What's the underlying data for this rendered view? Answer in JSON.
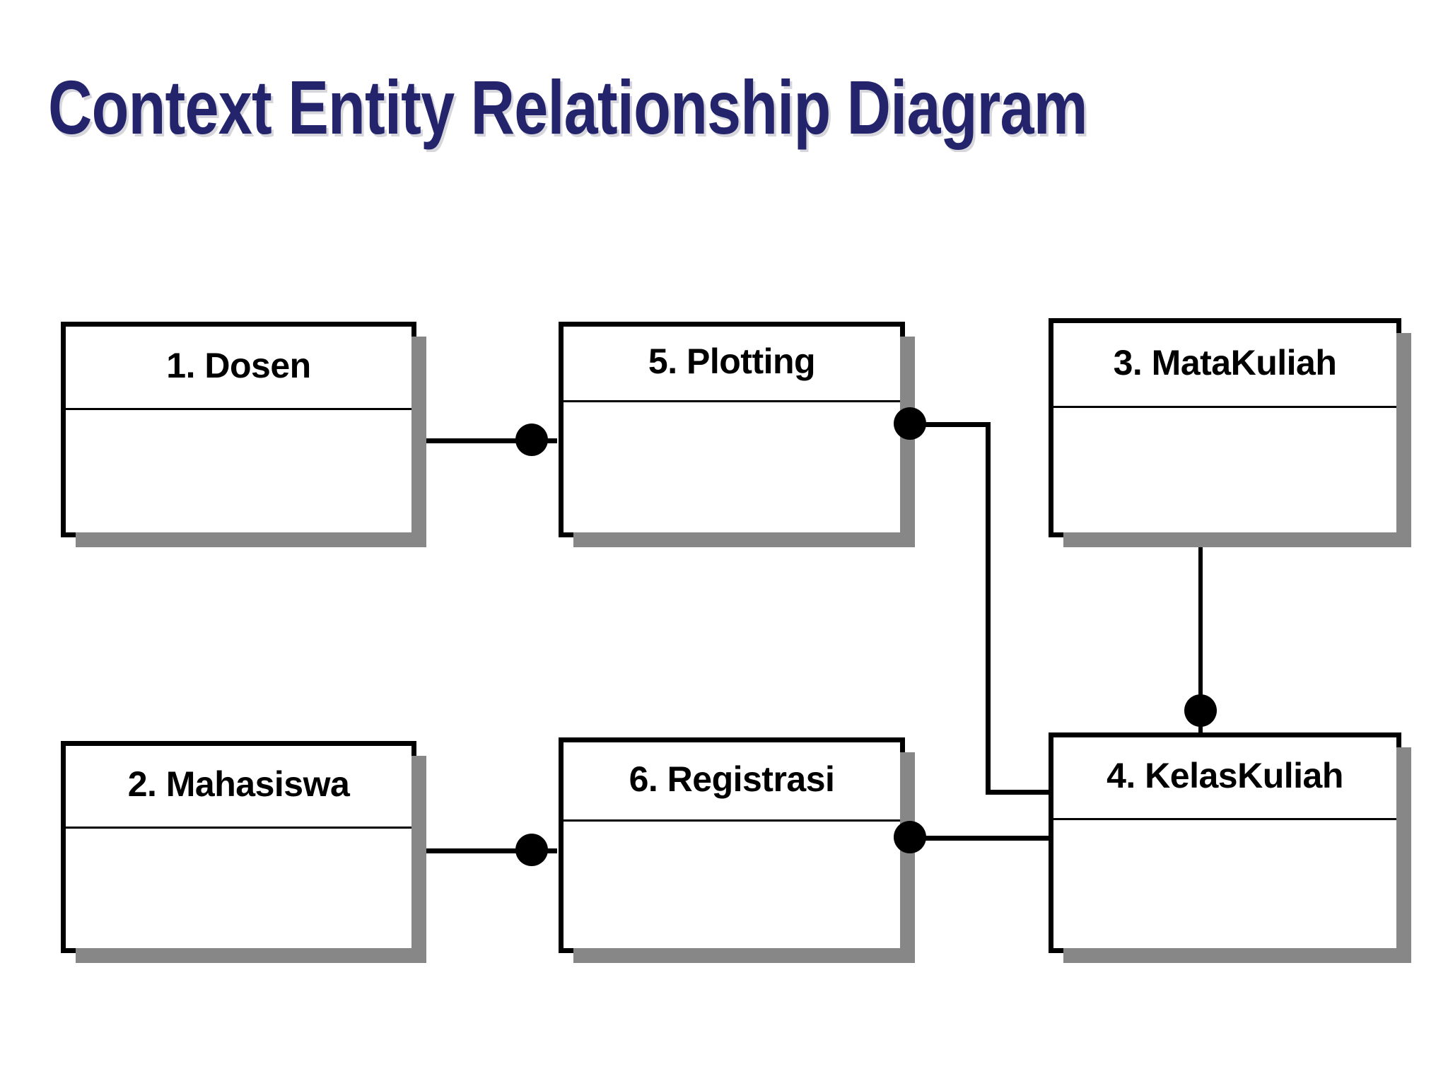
{
  "slide": {
    "title": "Context Entity Relationship Diagram",
    "title_color": "#23246b",
    "background_color": "#ffffff"
  },
  "diagram": {
    "type": "entity-relationship",
    "entity_border_color": "#000000",
    "entity_fill_color": "#ffffff",
    "shadow_color": "#878787",
    "connector_color": "#000000",
    "entities": [
      {
        "id": "dosen",
        "label": "1. Dosen"
      },
      {
        "id": "mahasiswa",
        "label": "2. Mahasiswa"
      },
      {
        "id": "matakuliah",
        "label": "3. MataKuliah"
      },
      {
        "id": "kelaskuliah",
        "label": "4. KelasKuliah"
      },
      {
        "id": "plotting",
        "label": "5. Plotting"
      },
      {
        "id": "registrasi",
        "label": "6. Registrasi"
      }
    ],
    "relationships": [
      {
        "from": "dosen",
        "to": "plotting"
      },
      {
        "from": "plotting",
        "to": "kelaskuliah"
      },
      {
        "from": "matakuliah",
        "to": "kelaskuliah"
      },
      {
        "from": "mahasiswa",
        "to": "registrasi"
      },
      {
        "from": "registrasi",
        "to": "kelaskuliah"
      }
    ]
  }
}
